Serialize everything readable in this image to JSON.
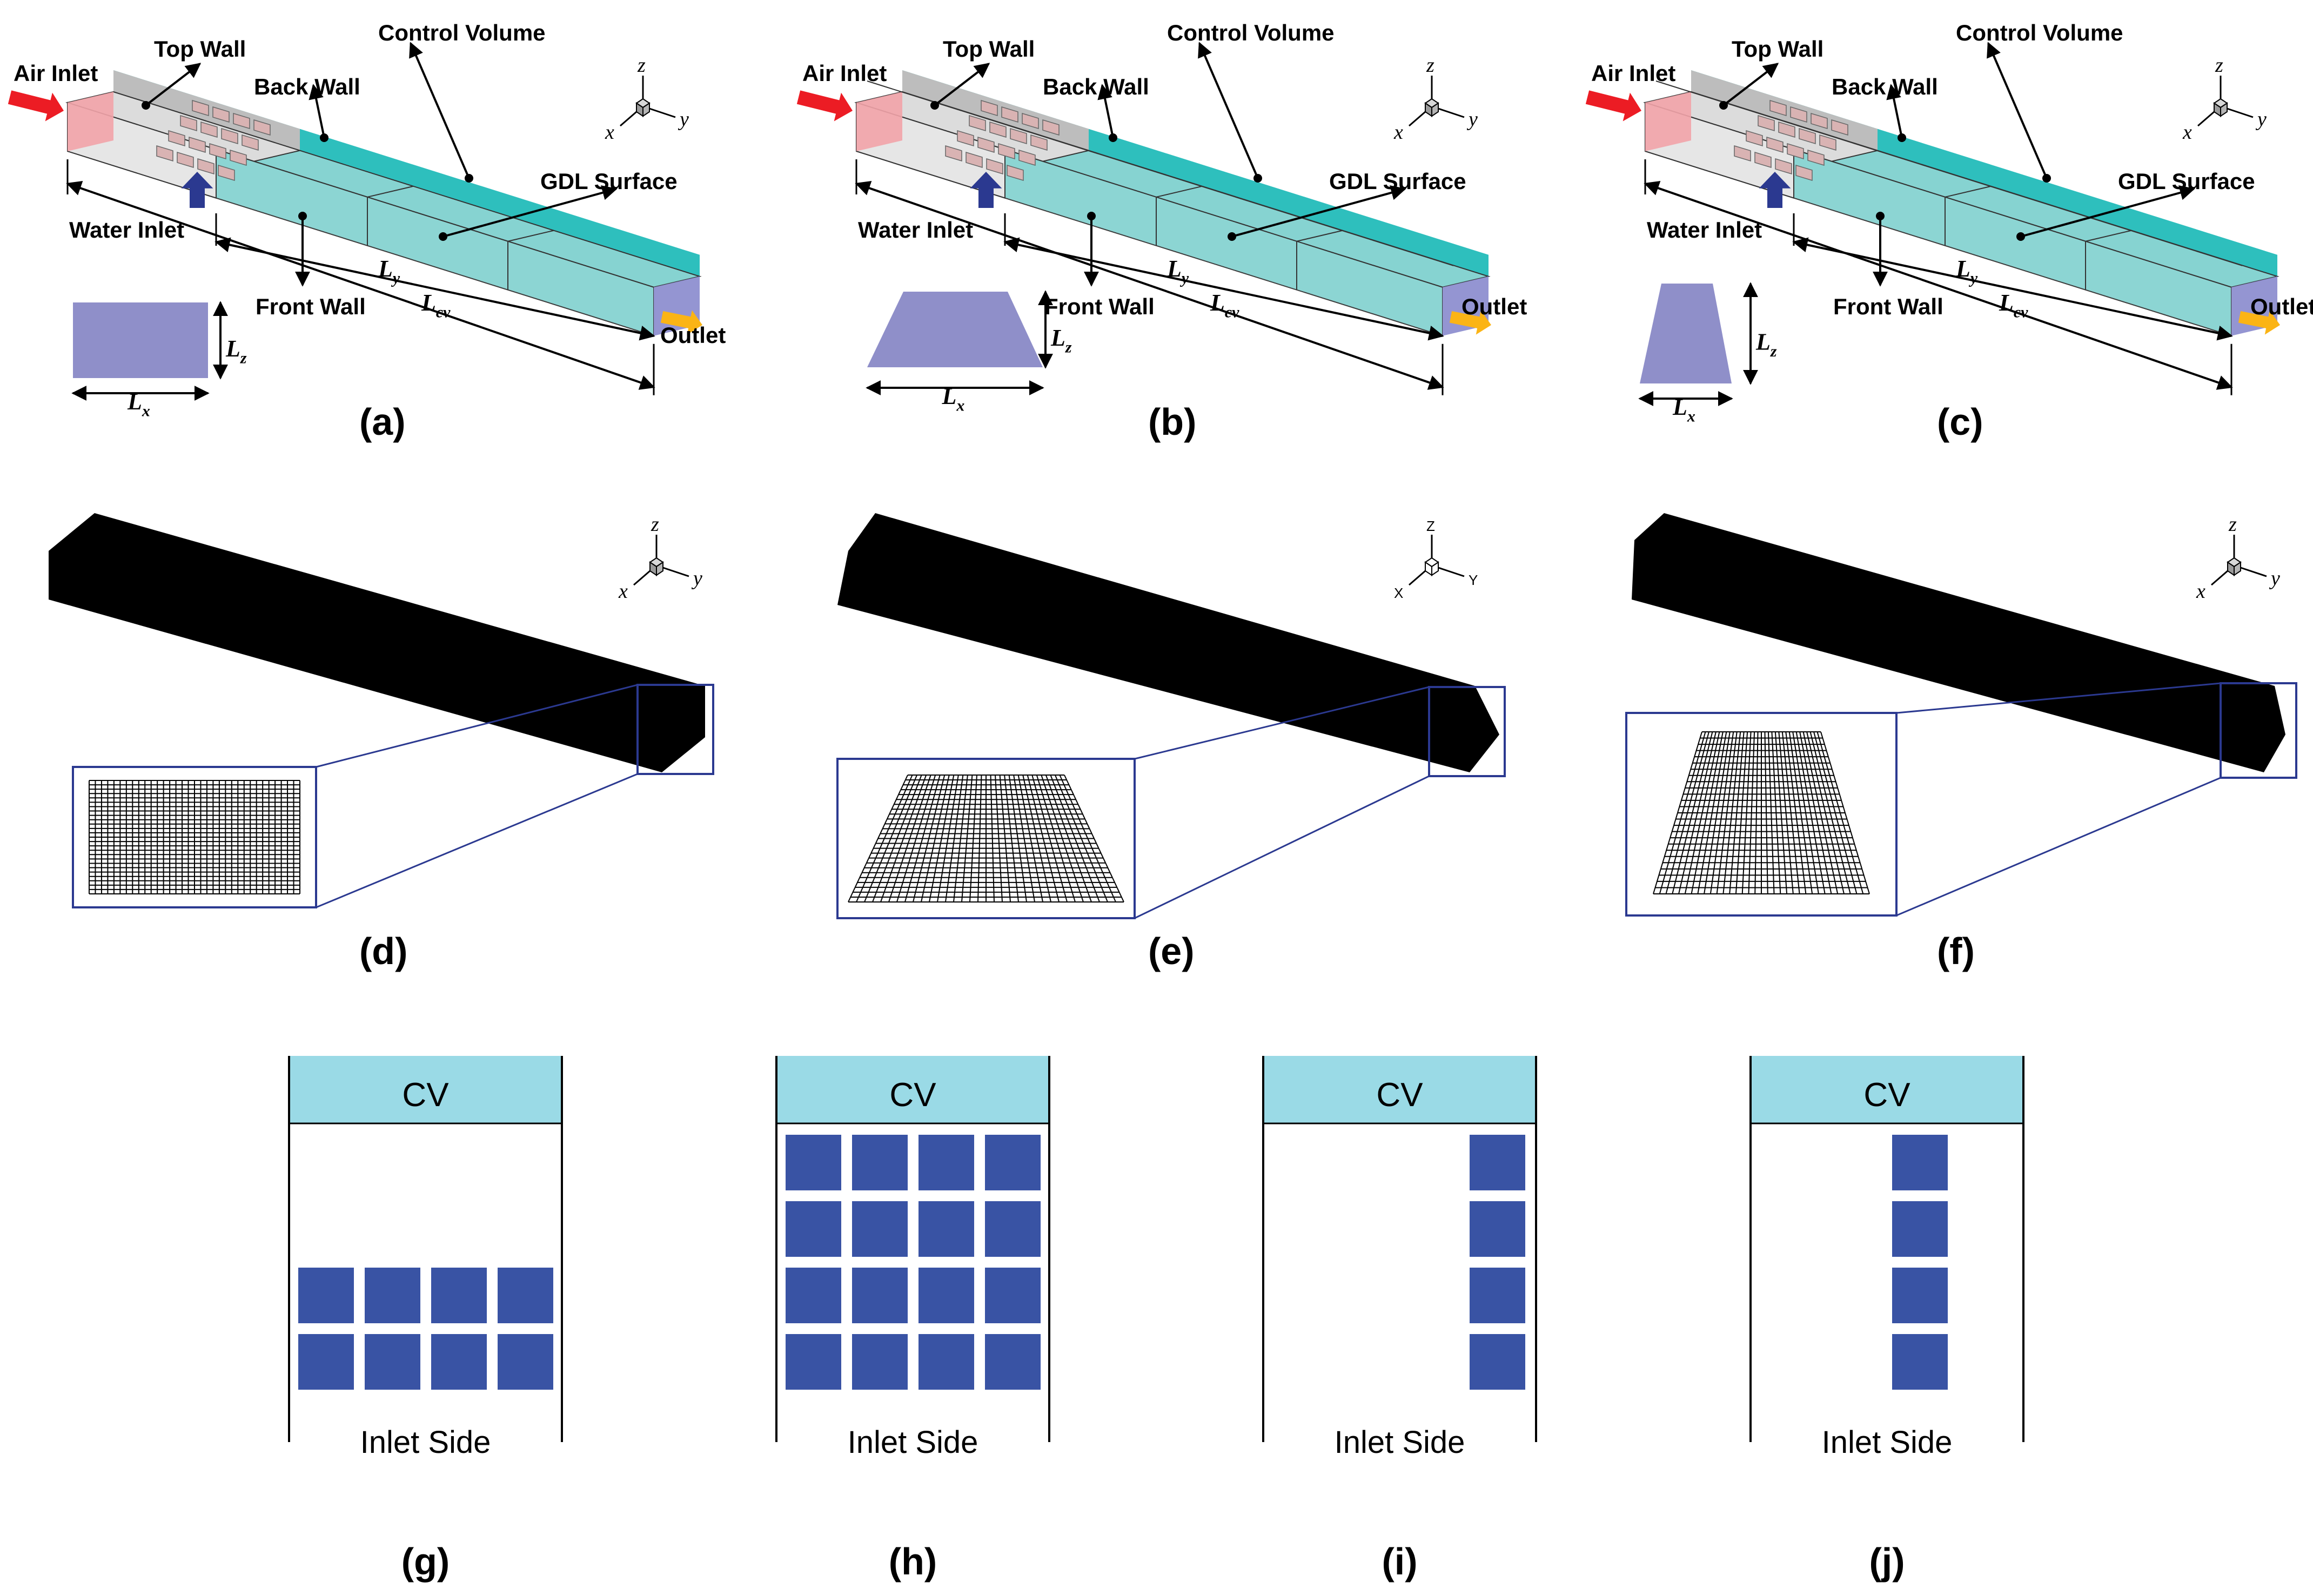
{
  "colors": {
    "air_arrow": "#ec1c24",
    "water_arrow": "#2b3990",
    "outlet_arrow": "#fbb415",
    "control_volume_fill": "#2ebfbd",
    "channel_fill": "#86d3d1",
    "inlet_section_fill": "#dcdcdc",
    "inlet_face": "#f2a3a8",
    "outlet_face": "#8e8fd0",
    "cross_section_fill": "#8f8fc9",
    "droplet_fill": "#d9b3b3",
    "mesh_box": "#2b3990",
    "cv_header_fill": "#9adae6",
    "inlet_square_fill": "#3953a4"
  },
  "panels_3d": [
    {
      "air_inlet": "Air Inlet",
      "top_wall": "Top Wall",
      "back_wall": "Back Wall",
      "control_volume": "Control Volume",
      "gdl_surface": "GDL Surface",
      "water_inlet": "Water Inlet",
      "front_wall": "Front Wall",
      "outlet": "Outlet",
      "ly": "Ly",
      "lcv": "Lcv",
      "lz": "Lz",
      "lx": "Lx",
      "cross_section_shape": "rectangle",
      "axes": {
        "z": "z",
        "x": "x",
        "y": "y"
      },
      "caption": "(a)"
    },
    {
      "air_inlet": "Air Inlet",
      "top_wall": "Top Wall",
      "back_wall": "Back Wall",
      "control_volume": "Control Volume",
      "gdl_surface": "GDL Surface",
      "water_inlet": "Water Inlet",
      "front_wall": "Front Wall",
      "outlet": "Outlet",
      "ly": "Ly",
      "lcv": "Lcv",
      "lz": "Lz",
      "lx": "Lx",
      "cross_section_shape": "trapezoid-wide-base",
      "axes": {
        "z": "z",
        "x": "x",
        "y": "y"
      },
      "caption": "(b)"
    },
    {
      "air_inlet": "Air Inlet",
      "top_wall": "Top Wall",
      "back_wall": "Back Wall",
      "control_volume": "Control Volume",
      "gdl_surface": "GDL Surface",
      "water_inlet": "Water Inlet",
      "front_wall": "Front Wall",
      "outlet": "Outlet",
      "ly": "Ly",
      "lcv": "Lcv",
      "lz": "Lz",
      "lx": "Lx",
      "cross_section_shape": "trapezoid-narrow-base",
      "axes": {
        "z": "z",
        "x": "x",
        "y": "y"
      },
      "caption": "(c)"
    }
  ],
  "mesh_panels": [
    {
      "caption": "(d)",
      "axes": {
        "z": "z",
        "x": "x",
        "y": "y"
      },
      "mesh_shape": "rectangle"
    },
    {
      "caption": "(e)",
      "axes": {
        "z": "Z",
        "x": "X",
        "y": "Y"
      },
      "mesh_shape": "trapezoid-wide-base"
    },
    {
      "caption": "(f)",
      "axes": {
        "z": "z",
        "x": "x",
        "y": "y"
      },
      "mesh_shape": "trapezoid-narrow-base"
    }
  ],
  "inlet_layouts": [
    {
      "header": "CV",
      "footer": "Inlet Side",
      "caption": "(g)",
      "rows": 2,
      "cols": 4
    },
    {
      "header": "CV",
      "footer": "Inlet Side",
      "caption": "(h)",
      "rows": 4,
      "cols": 4
    },
    {
      "header": "CV",
      "footer": "Inlet Side",
      "caption": "(i)",
      "rows": 4,
      "cols": 1
    },
    {
      "header": "CV",
      "footer": "Inlet Side",
      "caption": "(j)",
      "rows": 4,
      "cols": 1
    }
  ]
}
